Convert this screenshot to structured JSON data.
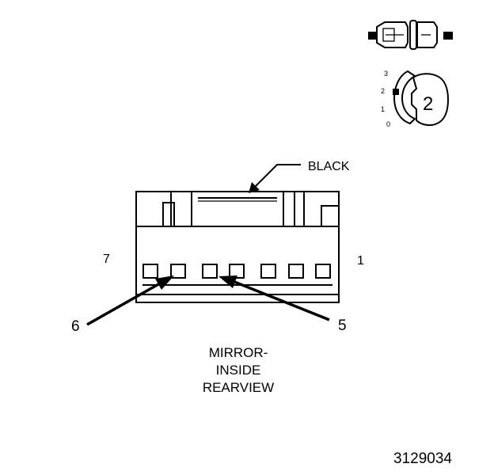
{
  "callout_color_label": "BLACK",
  "connector_name_lines": [
    "MIRROR-",
    "INSIDE",
    "REARVIEW"
  ],
  "pin_end_left": "7",
  "pin_end_right": "1",
  "pointer_left": "6",
  "pointer_right": "5",
  "figure_number": "3129034",
  "key_icon": {
    "scale_labels": [
      "3",
      "2",
      "1",
      "0"
    ],
    "position_number": "2"
  },
  "colors": {
    "ink": "#000000",
    "background": "#ffffff"
  }
}
